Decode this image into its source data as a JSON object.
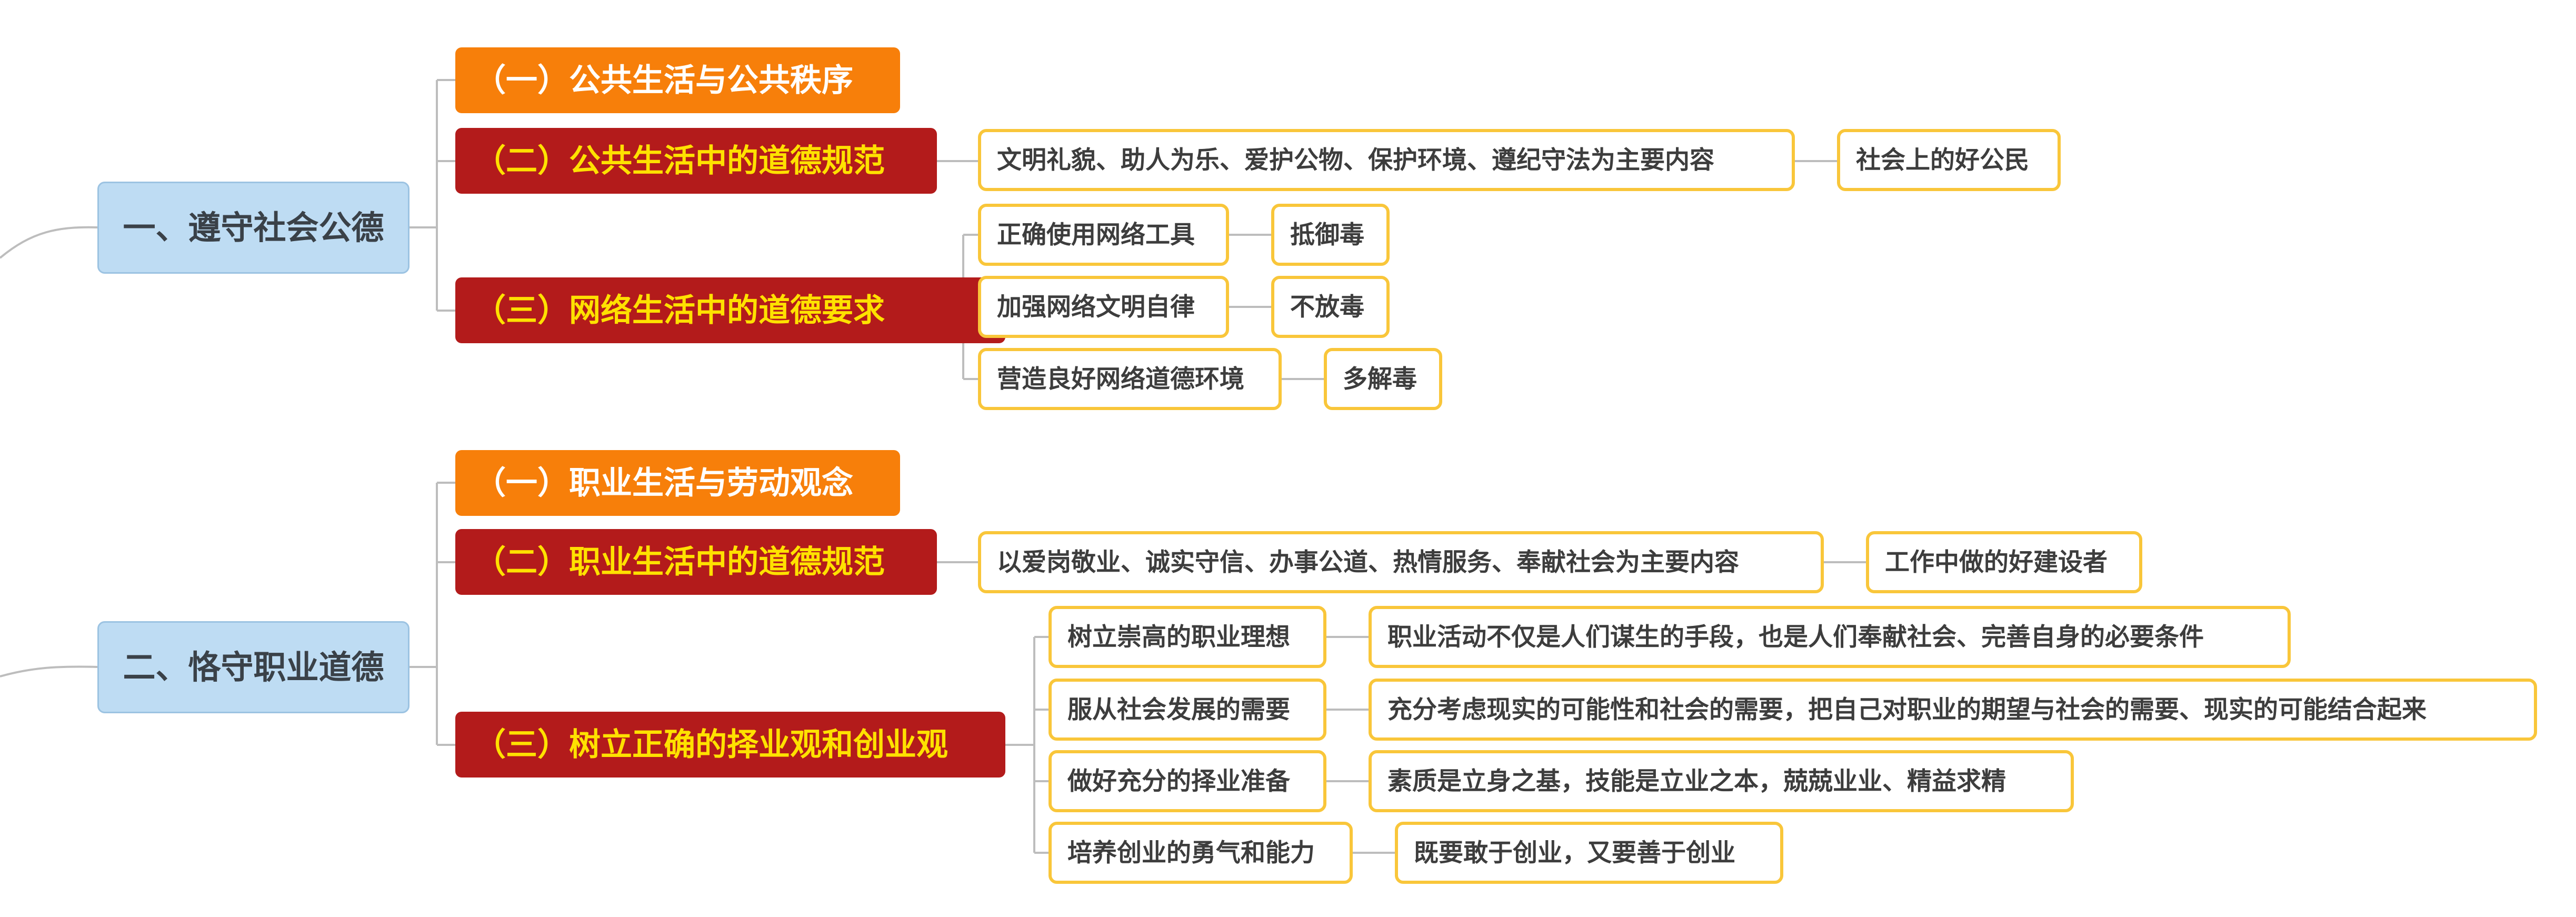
{
  "mindmap": {
    "section1": {
      "title": "一、遵守社会公德",
      "b1": {
        "label": "（一）公共生活与公共秩序"
      },
      "b2": {
        "label": "（二）公共生活中的道德规范",
        "content": "文明礼貌、助人为乐、爱护公物、保护环境、遵纪守法为主要内容",
        "result": "社会上的好公民"
      },
      "b3": {
        "label": "（三）网络生活中的道德要求",
        "items": [
          {
            "label": "正确使用网络工具",
            "note": "抵御毒"
          },
          {
            "label": "加强网络文明自律",
            "note": "不放毒"
          },
          {
            "label": "营造良好网络道德环境",
            "note": "多解毒"
          }
        ]
      }
    },
    "section2": {
      "title": "二、恪守职业道德",
      "b1": {
        "label": "（一）职业生活与劳动观念"
      },
      "b2": {
        "label": "（二）职业生活中的道德规范",
        "content": "以爱岗敬业、诚实守信、办事公道、热情服务、奉献社会为主要内容",
        "result": "工作中做的好建设者"
      },
      "b3": {
        "label": "（三）树立正确的择业观和创业观",
        "items": [
          {
            "label": "树立崇高的职业理想",
            "note": "职业活动不仅是人们谋生的手段，也是人们奉献社会、完善自身的必要条件"
          },
          {
            "label": "服从社会发展的需要",
            "note": "充分考虑现实的可能性和社会的需要，把自己对职业的期望与社会的需要、现实的可能结合起来"
          },
          {
            "label": "做好充分的择业准备",
            "note": "素质是立身之基，技能是立业之本，兢兢业业、精益求精"
          },
          {
            "label": "培养创业的勇气和能力",
            "note": "既要敢于创业，又要善于创业"
          }
        ]
      }
    }
  },
  "colors": {
    "root_fill": "#bedcf3",
    "orange_fill": "#f77f0a",
    "red_fill": "#b31b1b",
    "red_text": "#ffe100",
    "leaf_border": "#f9c63a",
    "connector": "#bdbdbd"
  }
}
